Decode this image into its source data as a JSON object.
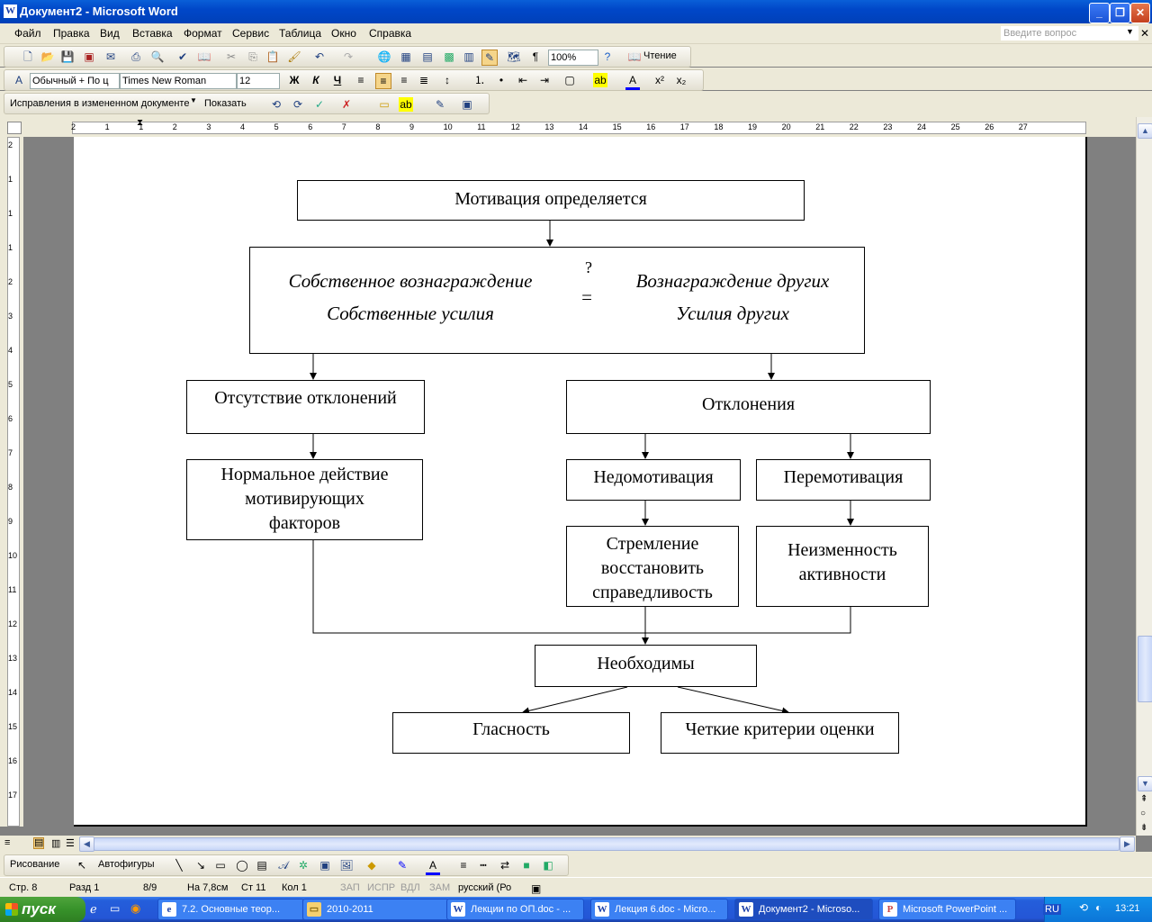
{
  "window": {
    "title": "Документ2 - Microsoft Word",
    "app_icon": "W"
  },
  "menu": [
    "Файл",
    "Правка",
    "Вид",
    "Вставка",
    "Формат",
    "Сервис",
    "Таблица",
    "Окно",
    "Справка"
  ],
  "ask_placeholder": "Введите вопрос",
  "toolbar_standard": {
    "zoom": "100%",
    "read_label": "Чтение"
  },
  "toolbar_format": {
    "style": "Обычный + По ц",
    "font": "Times New Roman",
    "size": "12",
    "bold": "Ж",
    "italic": "К",
    "underline": "Ч"
  },
  "toolbar_review": {
    "display": "Исправления в измененном документе",
    "show": "Показать"
  },
  "ruler_h": [
    "2",
    "1",
    "1",
    "2",
    "3",
    "4",
    "5",
    "6",
    "7",
    "8",
    "9",
    "10",
    "11",
    "12",
    "13",
    "14",
    "15",
    "16",
    "17",
    "18",
    "19",
    "20",
    "21",
    "22",
    "23",
    "24",
    "25",
    "26",
    "27"
  ],
  "ruler_v": [
    "2",
    "1",
    "1",
    "1",
    "2",
    "3",
    "4",
    "5",
    "6",
    "7",
    "8",
    "9",
    "10",
    "11",
    "12",
    "13",
    "14",
    "15",
    "16",
    "17"
  ],
  "diagram": {
    "top": "Мотивация определяется",
    "fraction_left_num": "Собственное вознаграждение",
    "fraction_left_den": "Собственные усилия",
    "question": "?",
    "equals": "=",
    "fraction_right_num": "Вознаграждение других",
    "fraction_right_den": "Усилия других",
    "no_dev": "Отсутствие отклонений",
    "dev": "Отклонения",
    "normal": [
      "Нормальное действие",
      "мотивирующих",
      "факторов"
    ],
    "under": "Недомотивация",
    "over": "Перемотивация",
    "restore": [
      "Стремление",
      "восстановить",
      "справедливость"
    ],
    "unchanged": [
      "Неизменность",
      "активности"
    ],
    "needed": "Необходимы",
    "glasnost": "Гласность",
    "criteria": "Четкие критерии оценки"
  },
  "drawing_toolbar": {
    "draw": "Рисование",
    "autoshapes": "Автофигуры"
  },
  "status": {
    "page": "Стр. 8",
    "section": "Разд 1",
    "pages": "8/9",
    "at": "На 7,8см",
    "line": "Ст 11",
    "col": "Кол 1",
    "rec": "ЗАП",
    "trk": "ИСПР",
    "ext": "ВДЛ",
    "ovr": "ЗАМ",
    "lang": "русский (Ро"
  },
  "taskbar": {
    "start": "пуск",
    "tasks": [
      "7.2. Основные теор...",
      "2010-2011",
      "Лекции по ОП.doc - ...",
      "Лекция 6.doc - Micro...",
      "Документ2 - Microso...",
      "Microsoft PowerPoint ..."
    ],
    "lang": "RU",
    "time": "13:21"
  },
  "colors": {
    "titlebar": "#0047c8",
    "chrome": "#ece9d8",
    "workspace": "#808080",
    "taskbar": "#245edb",
    "start": "#37922a"
  }
}
